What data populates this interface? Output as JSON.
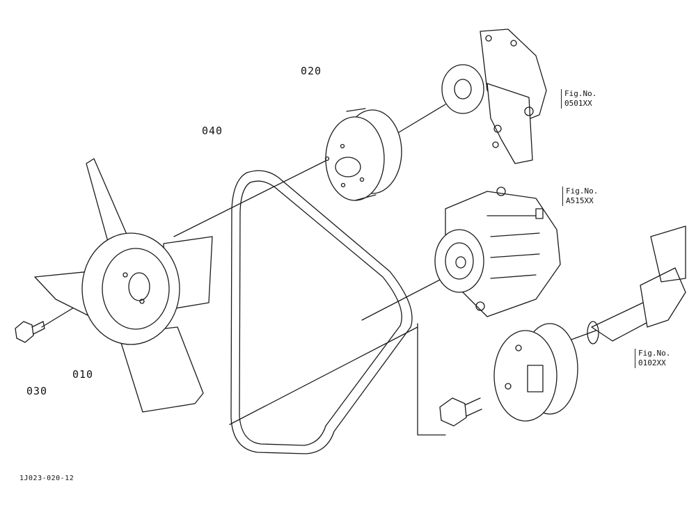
{
  "part_labels": {
    "p010": "010",
    "p020": "020",
    "p030": "030",
    "p040": "040"
  },
  "fig_refs": [
    {
      "title": "Fig.No.",
      "number": "0501XX"
    },
    {
      "title": "Fig.No.",
      "number": "A515XX"
    },
    {
      "title": "Fig.No.",
      "number": "0102XX"
    }
  ],
  "footer": {
    "drawing_code": "1J023-020-12"
  }
}
